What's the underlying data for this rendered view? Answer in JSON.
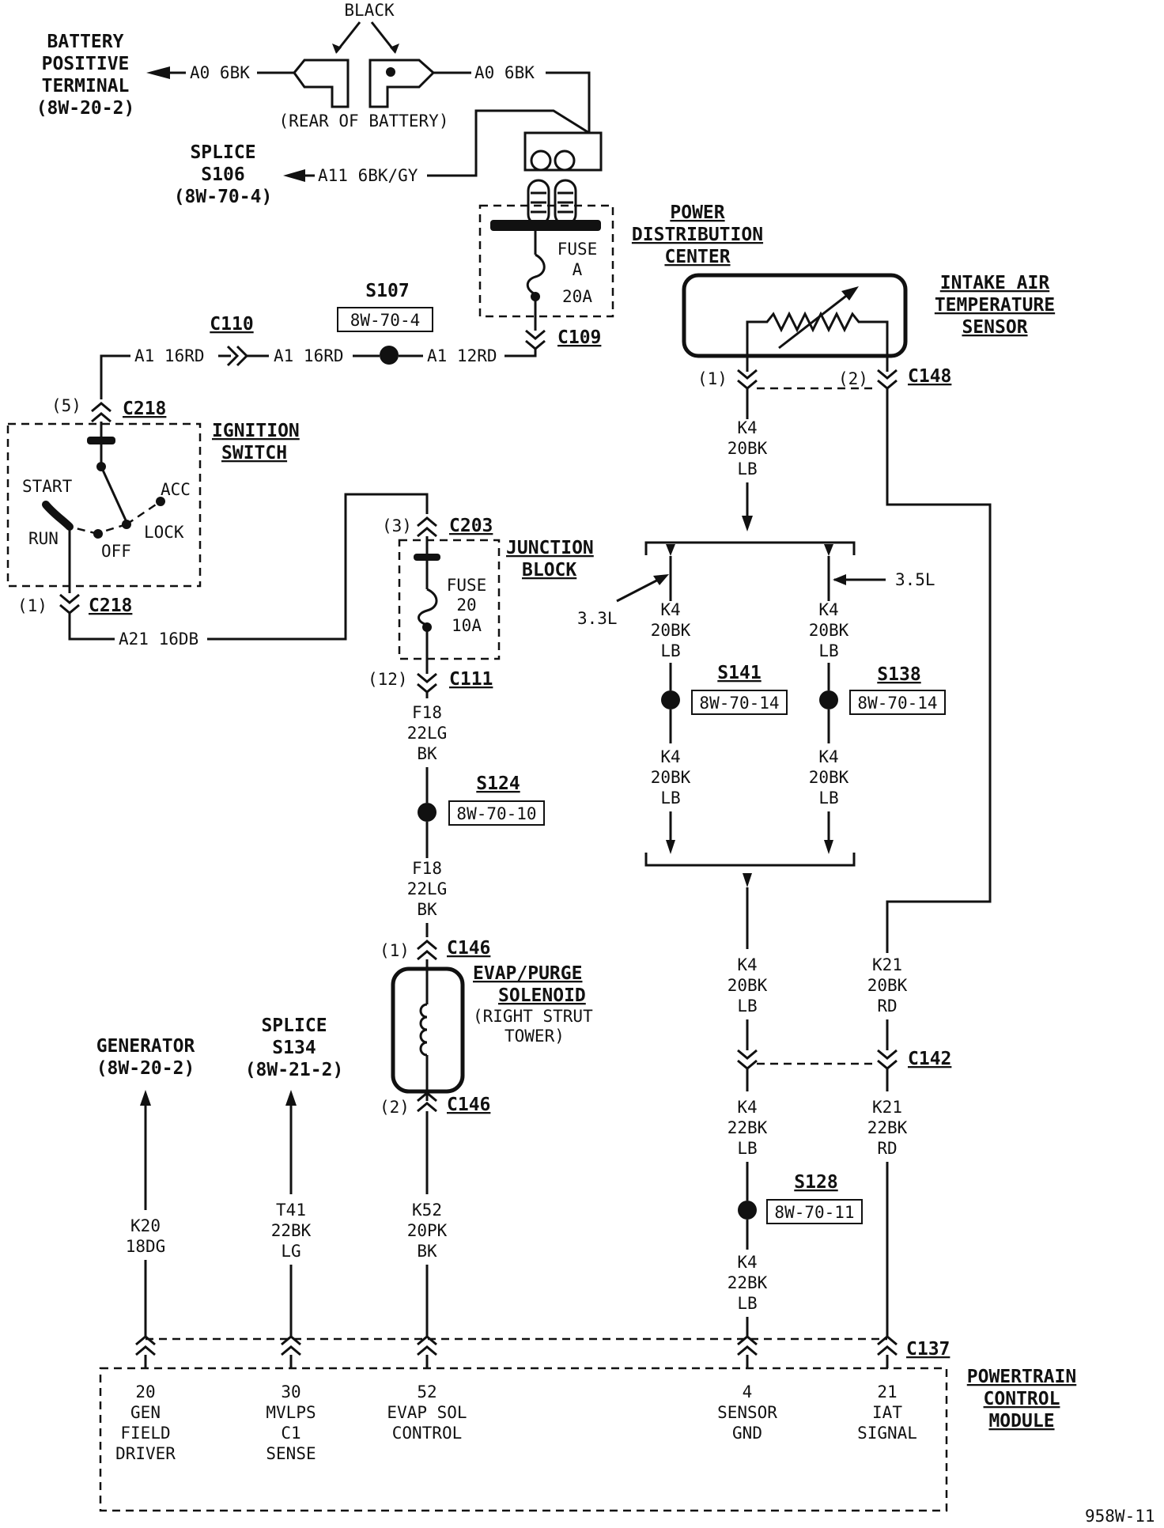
{
  "battery": {
    "label": [
      "BATTERY",
      "POSITIVE",
      "TERMINAL",
      "(8W-20-2)"
    ],
    "black": "BLACK",
    "rear": "(REAR OF BATTERY)",
    "wire_left": "A0 6BK",
    "wire_right": "A0 6BK"
  },
  "splice_s106": {
    "label": [
      "SPLICE",
      "S106",
      "(8W-70-4)"
    ],
    "wire": "A11 6BK/GY"
  },
  "pdc": {
    "label": [
      "POWER",
      "DISTRIBUTION",
      "CENTER"
    ],
    "fuse": [
      "FUSE",
      "A",
      "20A"
    ],
    "connector": "C109"
  },
  "s107": {
    "name": "S107",
    "ref": "8W-70-4"
  },
  "c110": {
    "name": "C110",
    "wire_left": "A1 16RD",
    "wire_mid": "A1 16RD",
    "wire_right": "A1 12RD"
  },
  "ignition": {
    "label": [
      "IGNITION",
      "SWITCH"
    ],
    "top_pin": "(5)",
    "top_conn": "C218",
    "bottom_pin": "(1)",
    "bottom_conn": "C218",
    "positions": {
      "start": "START",
      "run": "RUN",
      "off": "OFF",
      "lock": "LOCK",
      "acc": "ACC"
    },
    "wire_out": "A21 16DB"
  },
  "junction": {
    "label": [
      "JUNCTION",
      "BLOCK"
    ],
    "top_pin": "(3)",
    "top_conn": "C203",
    "fuse": [
      "FUSE",
      "20",
      "10A"
    ],
    "bottom_pin": "(12)",
    "bottom_conn": "C111",
    "wire1": [
      "F18",
      "22LG",
      "BK"
    ],
    "wire2": [
      "F18",
      "22LG",
      "BK"
    ]
  },
  "s124": {
    "name": "S124",
    "ref": "8W-70-10"
  },
  "evap": {
    "label": [
      "EVAP/PURGE",
      "SOLENOID"
    ],
    "sub": [
      "(RIGHT STRUT",
      "TOWER)"
    ],
    "top_pin": "(1)",
    "top_conn": "C146",
    "bottom_pin": "(2)",
    "bottom_conn": "C146",
    "wire": [
      "K52",
      "20PK",
      "BK"
    ]
  },
  "iat": {
    "label": [
      "INTAKE AIR",
      "TEMPERATURE",
      "SENSOR"
    ],
    "pin1": "(1)",
    "pin2": "(2)",
    "conn": "C148",
    "wire_top": [
      "K4",
      "20BK",
      "LB"
    ]
  },
  "branch_33": {
    "tag": "3.3L",
    "wire_top": [
      "K4",
      "20BK",
      "LB"
    ],
    "wire_bottom": [
      "K4",
      "20BK",
      "LB"
    ]
  },
  "branch_35": {
    "tag": "3.5L",
    "wire_top": [
      "K4",
      "20BK",
      "LB"
    ],
    "wire_bottom": [
      "K4",
      "20BK",
      "LB"
    ]
  },
  "s141": {
    "name": "S141",
    "ref": "8W-70-14"
  },
  "s138": {
    "name": "S138",
    "ref": "8W-70-14"
  },
  "k4_lower": {
    "wire_a": [
      "K4",
      "20BK",
      "LB"
    ],
    "wire_b": [
      "K4",
      "22BK",
      "LB"
    ],
    "wire_c": [
      "K4",
      "22BK",
      "LB"
    ]
  },
  "k21": {
    "wire_a": [
      "K21",
      "20BK",
      "RD"
    ],
    "wire_b": [
      "K21",
      "22BK",
      "RD"
    ]
  },
  "c142": {
    "name": "C142"
  },
  "s128": {
    "name": "S128",
    "ref": "8W-70-11"
  },
  "generator": {
    "label": [
      "GENERATOR",
      "(8W-20-2)"
    ],
    "wire": [
      "K20",
      "18DG"
    ]
  },
  "splice_s134": {
    "label": [
      "SPLICE",
      "S134",
      "(8W-21-2)"
    ],
    "wire": [
      "T41",
      "22BK",
      "LG"
    ]
  },
  "pcm": {
    "label": [
      "POWERTRAIN",
      "CONTROL",
      "MODULE"
    ],
    "conn": "C137",
    "pins": [
      [
        "20",
        "GEN",
        "FIELD",
        "DRIVER"
      ],
      [
        "30",
        "MVLPS",
        "C1",
        "SENSE"
      ],
      [
        "52",
        "EVAP SOL",
        "CONTROL"
      ],
      [
        "4",
        "SENSOR",
        "GND"
      ],
      [
        "21",
        "IAT",
        "SIGNAL"
      ]
    ]
  },
  "figure_id": "958W-11"
}
